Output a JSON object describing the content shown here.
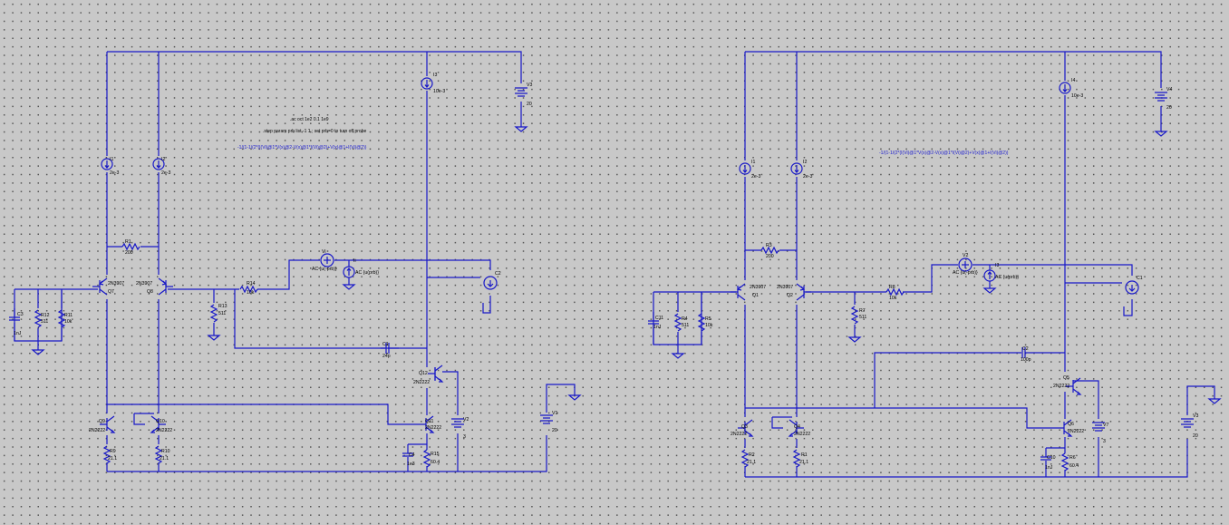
{
  "left": {
    "directives": {
      "ac": ".ac oct 1e2 0.1 1e9",
      "step": ".step param prb list -1 1 ; set prb=0 to turn off probe",
      "expr": "-1/(1-1/(2*(I(Vi)@1*V(x)@2-V(x)@1*I(Vi)@2)+V(x)@1+I(Vi)@2))"
    },
    "components": {
      "I3": {
        "ref": "I3",
        "val": "10e-3"
      },
      "V3": {
        "ref": "V3",
        "val": "20"
      },
      "I1": {
        "ref": "I1",
        "val": "2e-3"
      },
      "I2": {
        "ref": "I2",
        "val": "2e-3"
      },
      "R1": {
        "ref": "R1",
        "val": "200"
      },
      "Q7": {
        "ref": "Q7",
        "val": "2N3907"
      },
      "Q8": {
        "ref": "Q8",
        "val": "2N3907"
      },
      "Vi": {
        "ref": "Vi",
        "val": "AC {u(-prb)}"
      },
      "Ii": {
        "ref": "Ii",
        "val": "AC {u(prb)}"
      },
      "R14": {
        "ref": "R14",
        "val": "10k"
      },
      "R13": {
        "ref": "R13",
        "val": "511"
      },
      "C2": {
        "ref": "C2"
      },
      "C3": {
        "ref": "C3",
        "val": "1nJ"
      },
      "R12": {
        "ref": "R12",
        "val": "511"
      },
      "R11": {
        "ref": "R11",
        "val": "10k"
      },
      "C1": {
        "ref": "C1",
        "val": "24p"
      },
      "Q12": {
        "ref": "Q12",
        "val": "2N2222"
      },
      "Q9": {
        "ref": "Q9",
        "val": "2N2222"
      },
      "Q10": {
        "ref": "Q10",
        "val": "2N2222"
      },
      "Q11": {
        "ref": "Q11",
        "val": "2N2222"
      },
      "V1": {
        "ref": "V1",
        "val": "20"
      },
      "V2": {
        "ref": "V2",
        "val": "3"
      },
      "R9": {
        "ref": "R9",
        "val": "21.1"
      },
      "R10": {
        "ref": "R10",
        "val": "21.1"
      },
      "C4": {
        "ref": "C4",
        "val": "1e3"
      },
      "R15": {
        "ref": "R15",
        "val": "60.4"
      }
    }
  },
  "right": {
    "directives": {
      "expr": "-1/(1-1/(2*(I(Vi)@1*V(x)@2-V(x)@1*I(Vi)@2)+V(x)@1+I(Vi)@2))"
    },
    "components": {
      "I4": {
        "ref": "I4",
        "val": "10e-3"
      },
      "V4": {
        "ref": "V4",
        "val": "20"
      },
      "I1": {
        "ref": "I1",
        "val": "2e-3"
      },
      "I2": {
        "ref": "I2",
        "val": "2e-3"
      },
      "R3": {
        "ref": "R3",
        "val": "200"
      },
      "Q1": {
        "ref": "Q1",
        "val": "2N3907"
      },
      "Q2": {
        "ref": "Q2",
        "val": "2N3907"
      },
      "V2": {
        "ref": "V2",
        "val": "AC {u(-prb)}"
      },
      "I3": {
        "ref": "I3",
        "val": "AC {u(prb)}"
      },
      "R8": {
        "ref": "R8",
        "val": "10k"
      },
      "R7": {
        "ref": "R7",
        "val": "511"
      },
      "C1": {
        "ref": "C1"
      },
      "C11": {
        "ref": "C11",
        "val": "1nJ"
      },
      "R4": {
        "ref": "R4",
        "val": "511"
      },
      "R5": {
        "ref": "R5",
        "val": "10k"
      },
      "C2": {
        "ref": "C2",
        "val": "100p"
      },
      "Q5": {
        "ref": "Q5",
        "val": "2N2222"
      },
      "Q3": {
        "ref": "Q3",
        "val": "2N2222"
      },
      "Q4": {
        "ref": "Q4",
        "val": "2N2222"
      },
      "Q6": {
        "ref": "Q6",
        "val": "2N2222"
      },
      "V3": {
        "ref": "V3",
        "val": "20"
      },
      "V7": {
        "ref": "V7",
        "val": "3"
      },
      "R2": {
        "ref": "R2",
        "val": "21.1"
      },
      "R1": {
        "ref": "R1",
        "val": "21.1"
      },
      "C10": {
        "ref": "C10",
        "val": "1nJ"
      },
      "R6": {
        "ref": "R6",
        "val": "60.4"
      }
    }
  },
  "colors": {
    "wire": "#1818c8",
    "background": "#c8c8c8",
    "grid": "#555555"
  }
}
